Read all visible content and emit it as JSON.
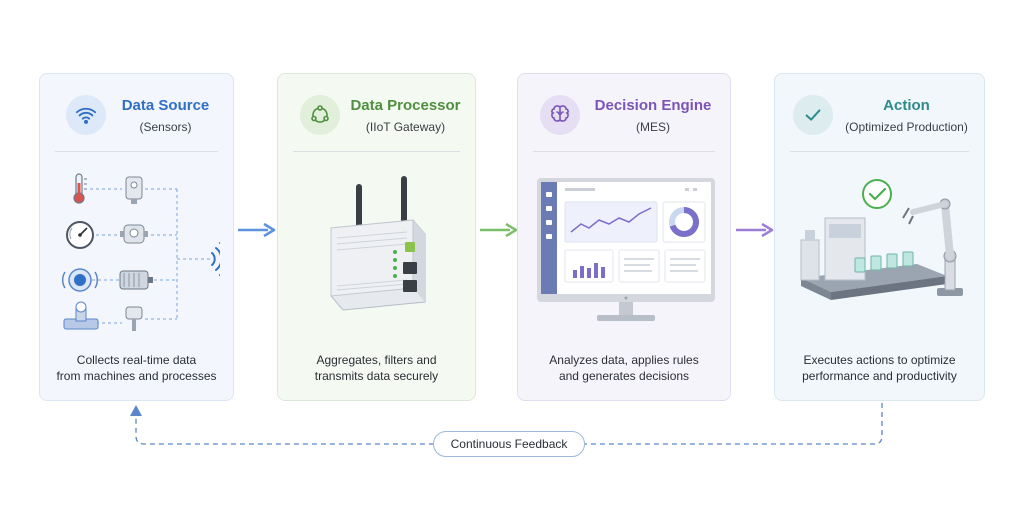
{
  "stages": {
    "source": {
      "title": "Data Source",
      "subtitle": "(Sensors)",
      "desc_line1": "Collects real-time data",
      "desc_line2": "from machines and processes",
      "accent": "#2f6fc6",
      "icon": "wifi-icon"
    },
    "processor": {
      "title": "Data Processor",
      "subtitle": "(IIoT Gateway)",
      "desc_line1": "Aggregates, filters and",
      "desc_line2": "transmits data securely",
      "accent": "#4f8f3f",
      "icon": "network-nodes-icon"
    },
    "engine": {
      "title": "Decision Engine",
      "subtitle": "(MES)",
      "desc_line1": "Analyzes data, applies rules",
      "desc_line2": "and generates decisions",
      "accent": "#7a55b8",
      "icon": "brain-icon"
    },
    "action": {
      "title": "Action",
      "subtitle": "(Optimized Production)",
      "desc_line1": "Executes actions to optimize",
      "desc_line2": "performance and productivity",
      "accent": "#2f8a8a",
      "icon": "checkmark-icon"
    }
  },
  "feedback": {
    "label": "Continuous Feedback",
    "color": "#5b86c9"
  },
  "arrow_colors": [
    "#5b93e0",
    "#7cbf6b",
    "#9b7ed6"
  ]
}
